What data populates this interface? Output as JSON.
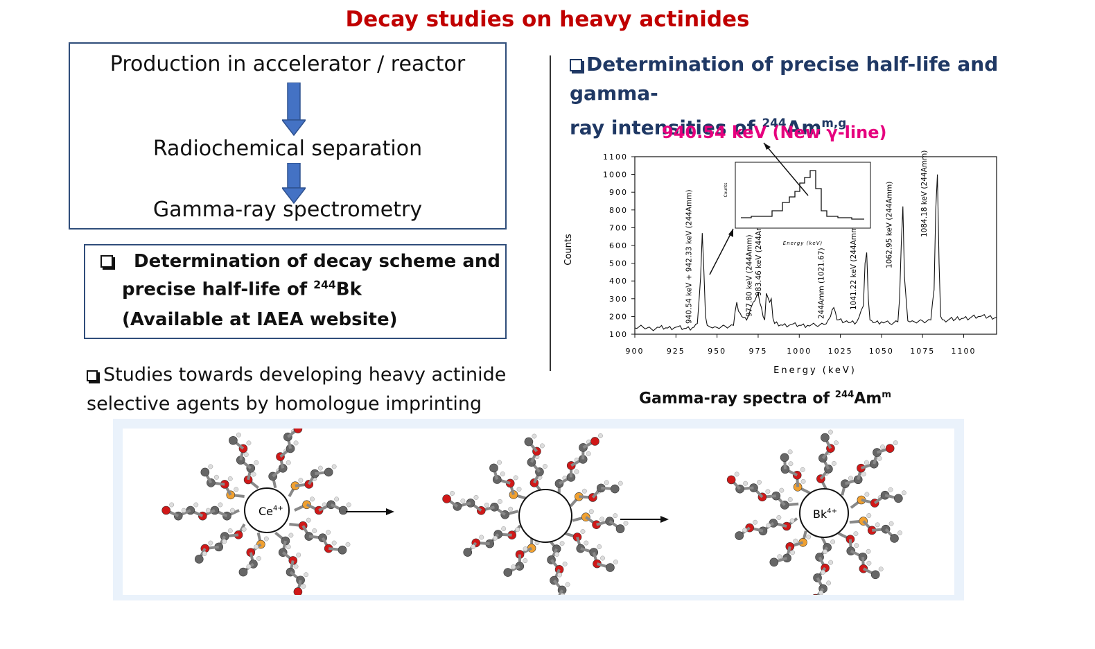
{
  "title": "Decay studies on heavy actinides",
  "flow": {
    "step1": "Production in accelerator / reactor",
    "step2": "Radiochemical separation",
    "step3": "Gamma-ray spectrometry"
  },
  "decay_box": {
    "line1": "Determination of decay scheme and",
    "line2_prefix": "precise half-life of ",
    "line2_sup": "244",
    "line2_suffix": "Bk",
    "line3": "(Available at IAEA website)"
  },
  "studies": {
    "line1": "Studies towards developing heavy actinide",
    "line2": "selective agents by homologue imprinting"
  },
  "right_heading": {
    "line1": "Determination of precise half-life and gamma-",
    "line2_prefix": "ray intensities of ",
    "line2_sup": "244",
    "line2_base": "Am",
    "line2_sup2": "m,g"
  },
  "new_line_label": "940.54 keV (New γ-line)",
  "chart_caption": {
    "prefix": "Gamma-ray spectra of ",
    "sup": "244",
    "base": "Am",
    "sup2": "m"
  },
  "chart_data": {
    "type": "line",
    "xlabel": "Energy (keV)",
    "ylabel": "Counts",
    "xlim": [
      900,
      1120
    ],
    "ylim": [
      100,
      1100
    ],
    "xticks": [
      "900",
      "925",
      "950",
      "975",
      "1000",
      "1025",
      "1050",
      "1075",
      "1100"
    ],
    "yticks": [
      "100",
      "200",
      "300",
      "400",
      "500",
      "600",
      "700",
      "800",
      "900",
      "1000",
      "1100"
    ],
    "series": [
      {
        "x": [
          900,
          905,
          910,
          915,
          920,
          925,
          930,
          935,
          938,
          940,
          941,
          942,
          943,
          944,
          946,
          950,
          955,
          960,
          962,
          963,
          965,
          968,
          972,
          975,
          977,
          978,
          979,
          980,
          982,
          983,
          984,
          985,
          990,
          995,
          1000,
          1005,
          1010,
          1015,
          1019,
          1021,
          1023,
          1030,
          1035,
          1039,
          1040,
          1041,
          1042,
          1043,
          1045,
          1050,
          1055,
          1060,
          1061,
          1062,
          1063,
          1064,
          1066,
          1070,
          1075,
          1080,
          1082,
          1083,
          1084,
          1085,
          1086,
          1088,
          1095,
          1100,
          1110,
          1120
        ],
        "y": [
          135,
          140,
          130,
          138,
          135,
          140,
          132,
          136,
          160,
          420,
          670,
          450,
          200,
          150,
          140,
          138,
          145,
          150,
          280,
          230,
          200,
          180,
          280,
          330,
          250,
          200,
          180,
          330,
          280,
          300,
          190,
          160,
          150,
          155,
          150,
          150,
          150,
          155,
          200,
          250,
          180,
          165,
          170,
          260,
          500,
          560,
          300,
          180,
          165,
          170,
          160,
          170,
          300,
          600,
          820,
          420,
          175,
          170,
          175,
          180,
          350,
          800,
          1000,
          500,
          200,
          180,
          185,
          190,
          200,
          195
        ]
      }
    ],
    "peak_labels": [
      "940.54 keV + 942.33 keV (244Amm)",
      "977.80 keV (244Amm)",
      "983.46 keV (244Amm)",
      "244Amm (1021.67)",
      "1041.22 keV (244Amm)",
      "1062.95 keV (244Amm)",
      "1084.18 keV (244Amm)"
    ],
    "inset": {
      "xlabel": "Energy (keV)",
      "ylabel": "Counts"
    }
  },
  "molecules": {
    "label1": "Ce",
    "label1_sup": "4+",
    "label3": "Bk",
    "label3_sup": "4+"
  },
  "colors": {
    "title": "#c00000",
    "heading": "#1f3864",
    "accent_pink": "#e6007e",
    "box_border": "#2f4d7a",
    "arrow_blue": "#4472c4"
  }
}
